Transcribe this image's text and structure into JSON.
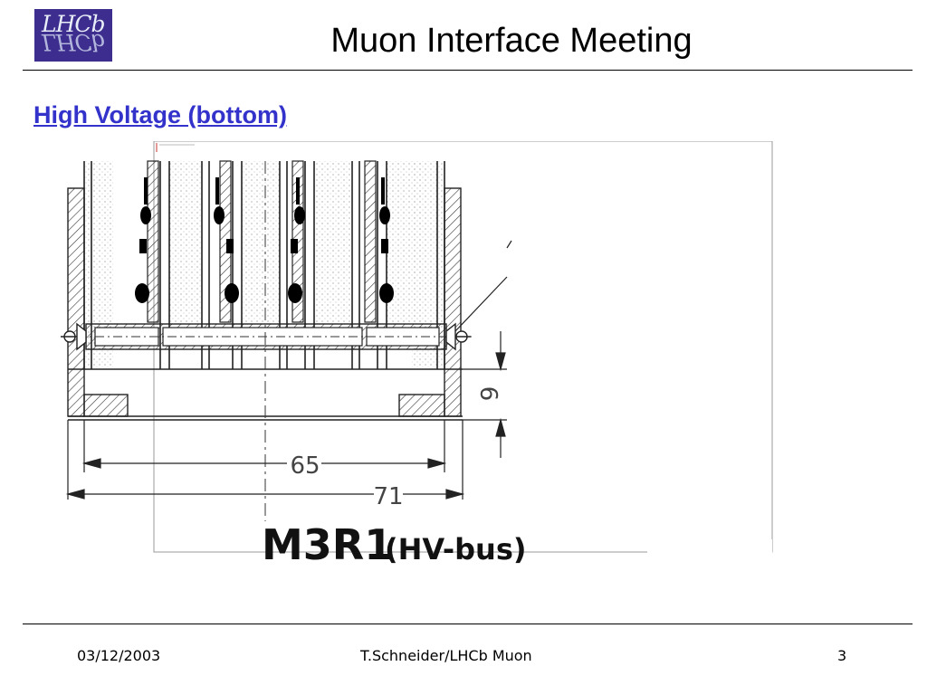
{
  "header": {
    "logo_text": "LHCb",
    "title": "Muon Interface Meeting"
  },
  "slide": {
    "subtitle": "High Voltage (bottom)"
  },
  "drawing": {
    "dim_65": "65",
    "dim_71": "71",
    "dim_9": "9",
    "caption_main": "M3R1",
    "caption_sub": "(HV-bus)"
  },
  "footer": {
    "date": "03/12/2003",
    "author": "T.Schneider/LHCb Muon",
    "page": "3"
  }
}
